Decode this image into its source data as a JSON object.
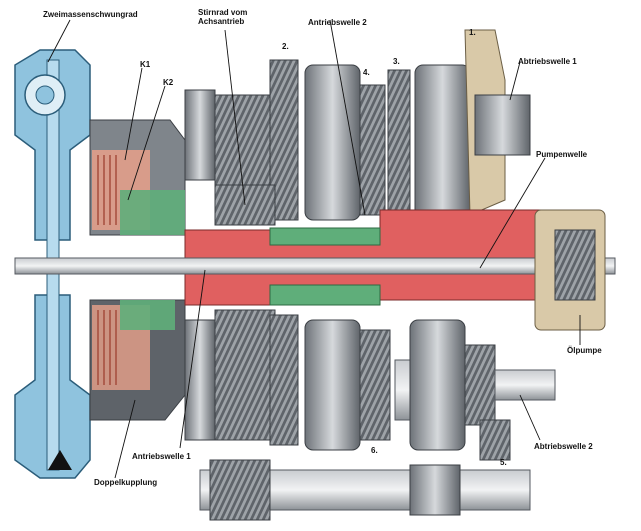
{
  "labels": {
    "dual_mass_flywheel": "Zweimassenschwungrad",
    "k1": "K1",
    "k2": "K2",
    "spur_gear_axle_drive": "Stirnrad vom Achsantrieb",
    "gear_2": "2.",
    "drive_shaft_2": "Antriebswelle 2",
    "gear_4": "4.",
    "gear_3": "3.",
    "gear_1": "1.",
    "output_shaft_1": "Abtriebswelle 1",
    "pump_shaft": "Pumpenwelle",
    "oil_pump": "Ölpumpe",
    "drive_shaft_1": "Antriebswelle 1",
    "gear_6": "6.",
    "gear_5": "5.",
    "output_shaft_2": "Abtriebswelle 2",
    "dual_clutch": "Doppelkupplung"
  },
  "colors": {
    "flywheel_blue": "#8fc3de",
    "drive_shaft_1_red": "#e06060",
    "drive_shaft_2_green": "#5fae7a",
    "steel": "#9aa0a6",
    "dark_steel": "#5b6066"
  }
}
